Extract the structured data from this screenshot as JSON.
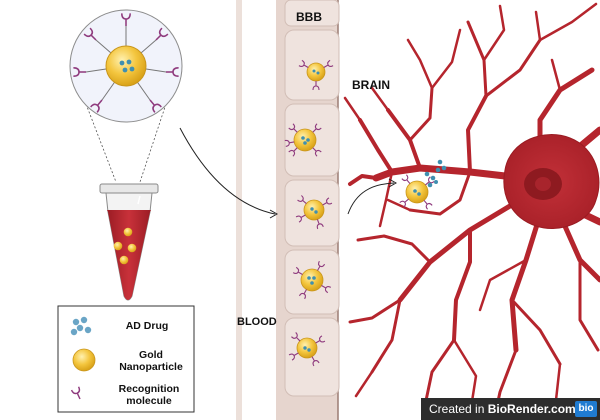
{
  "labels": {
    "bbb": "BBB",
    "brain": "BRAIN",
    "blood": "BLOOD"
  },
  "legend": {
    "drug": "AD Drug",
    "gold_line1": "Gold",
    "gold_line2": "Nanoparticle",
    "recog_line1": "Recognition",
    "recog_line2": "molecule"
  },
  "badge": {
    "prefix": "Created in ",
    "brand": "BioRender.com",
    "logo": "bio"
  },
  "colors": {
    "neuron": "#b5252d",
    "nucleus": "#8e1a20",
    "nanoparticle": "#f2c33f",
    "drug": "#3f8fb0",
    "receptor": "#8f3b7e",
    "barrier": "#e8d6cf",
    "cell": "#eee2dd"
  }
}
